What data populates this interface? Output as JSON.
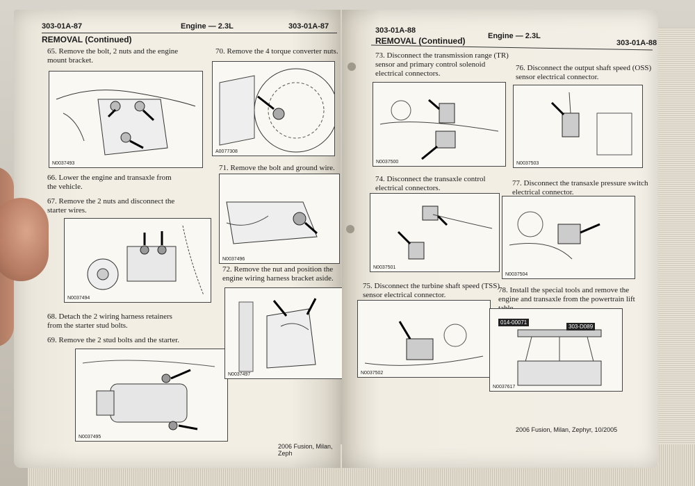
{
  "left_page": {
    "header_code": "303-01A-87",
    "header_title": "Engine — 2.3L",
    "header_code_right": "303-01A-87",
    "section": "REMOVAL (Continued)",
    "footer": "2006 Fusion, Milan, Zeph",
    "steps": [
      {
        "num": "65.",
        "text": "Remove the bolt, 2 nuts and the engine mount bracket.",
        "fig": "N0037493"
      },
      {
        "num": "66.",
        "text": "Lower the engine and transaxle from the vehicle.",
        "fig": ""
      },
      {
        "num": "67.",
        "text": "Remove the 2 nuts and disconnect the starter wires.",
        "fig": "N0037494"
      },
      {
        "num": "68.",
        "text": "Detach the 2 wiring harness retainers from the starter stud bolts.",
        "fig": ""
      },
      {
        "num": "69.",
        "text": "Remove the 2 stud bolts and the starter.",
        "fig": "N0037495"
      },
      {
        "num": "70.",
        "text": "Remove the 4 torque converter nuts.",
        "fig": "A0077308"
      },
      {
        "num": "71.",
        "text": "Remove the bolt and ground wire.",
        "fig": "N0037496"
      },
      {
        "num": "72.",
        "text": "Remove the nut and position the engine wiring harness bracket aside.",
        "fig": "N0037497"
      }
    ]
  },
  "right_page": {
    "header_code": "303-01A-88",
    "header_title": "Engine — 2.3L",
    "header_code_right": "303-01A-88",
    "section": "REMOVAL (Continued)",
    "footer": "2006 Fusion, Milan, Zephyr, 10/2005",
    "steps": [
      {
        "num": "73.",
        "text": "Disconnect the transmission range (TR) sensor and primary control solenoid electrical connectors.",
        "fig": "N0037500"
      },
      {
        "num": "74.",
        "text": "Disconnect the transaxle control electrical connectors.",
        "fig": "N0037501"
      },
      {
        "num": "75.",
        "text": "Disconnect the turbine shaft speed (TSS) sensor electrical connector.",
        "fig": "N0037502"
      },
      {
        "num": "76.",
        "text": "Disconnect the output shaft speed (OSS) sensor electrical connector.",
        "fig": "N0037503"
      },
      {
        "num": "77.",
        "text": "Disconnect the transaxle pressure switch electrical connector.",
        "fig": "N0037504"
      },
      {
        "num": "78.",
        "text": "Install the special tools and remove the engine and transaxle from the powertrain lift table.",
        "fig": "N0037617"
      }
    ],
    "tool_tags": [
      "014-00071",
      "303-D089"
    ]
  }
}
